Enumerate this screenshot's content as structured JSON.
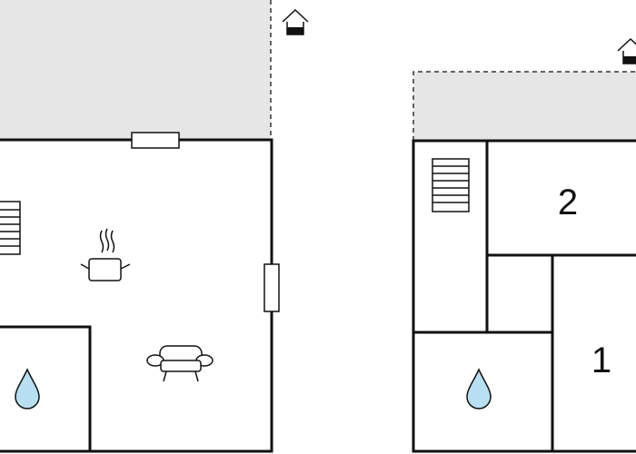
{
  "floor_plans": [
    {
      "name": "ground-floor",
      "icons": [
        "house-icon",
        "window",
        "window",
        "staircase",
        "kitchen-pot-icon",
        "sofa-icon",
        "water-drop-icon"
      ],
      "room_numbers": []
    },
    {
      "name": "upper-floor",
      "icons": [
        "house-icon",
        "staircase",
        "water-drop-icon"
      ],
      "room_numbers": [
        "2",
        "1"
      ]
    }
  ],
  "colors": {
    "wall": "#111111",
    "terrace_fill": "#e6e6e6",
    "water_drop": "#b8e0f2"
  }
}
